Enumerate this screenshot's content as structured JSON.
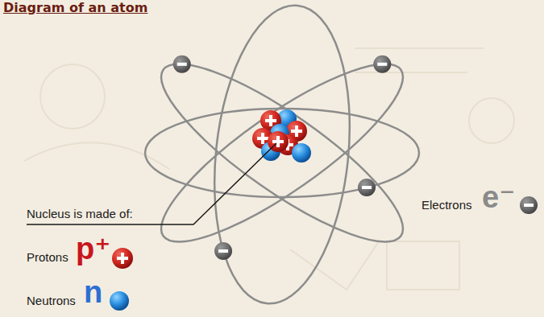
{
  "diagram": {
    "title": "Diagram of an atom",
    "labels": [
      "Nucleus is made of:",
      "p⁺",
      "n",
      "e⁻"
    ],
    "legend": [
      {
        "text": "Protons"
      },
      {
        "text": "Neutrons"
      },
      {
        "text": "Electrons"
      }
    ]
  }
}
